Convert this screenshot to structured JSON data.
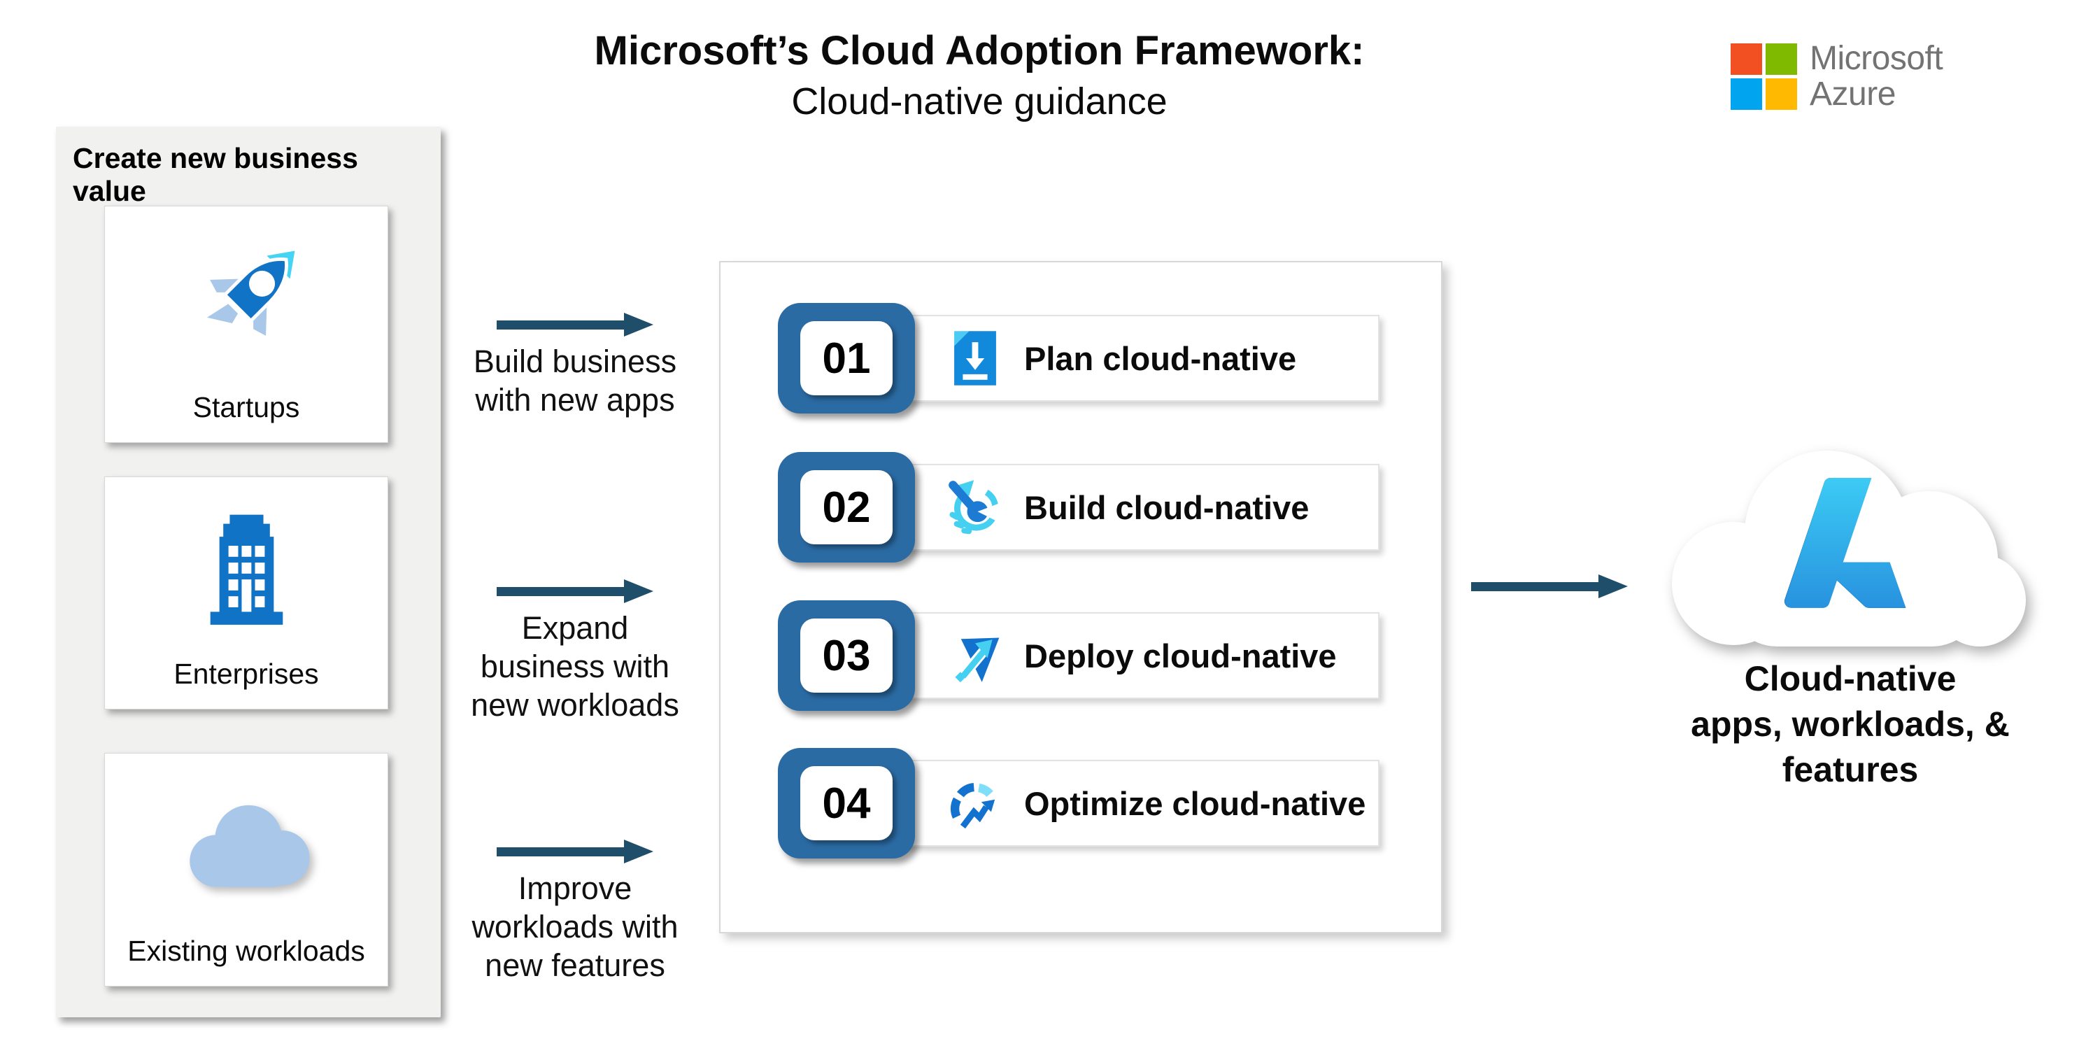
{
  "title": {
    "line1": "Microsoft’s Cloud Adoption Framework:",
    "line2": "Cloud-native guidance"
  },
  "brand": {
    "line1": "Microsoft",
    "line2": "Azure",
    "square_colors": {
      "top_left": "#F25022",
      "top_right": "#7FBA00",
      "bottom_left": "#00A4EF",
      "bottom_right": "#FFB900"
    },
    "text_color": "#737373"
  },
  "sidebar": {
    "header": "Create new business value",
    "cards": [
      {
        "label": "Startups",
        "icon": "rocket-icon"
      },
      {
        "label": "Enterprises",
        "icon": "building-icon"
      },
      {
        "label": "Existing workloads",
        "icon": "cloud-icon"
      }
    ]
  },
  "flows": [
    {
      "lines": [
        "Build business",
        "with new apps"
      ]
    },
    {
      "lines": [
        "Expand",
        "business with",
        "new workloads"
      ]
    },
    {
      "lines": [
        "Improve",
        "workloads with",
        "new features"
      ]
    }
  ],
  "steps": [
    {
      "number": "01",
      "label": "Plan cloud-native",
      "icon": "document-download-icon"
    },
    {
      "number": "02",
      "label": "Build cloud-native",
      "icon": "wrench-build-icon"
    },
    {
      "number": "03",
      "label": "Deploy cloud-native",
      "icon": "deploy-arrow-icon"
    },
    {
      "number": "04",
      "label": "Optimize cloud-native",
      "icon": "optimize-gauge-icon"
    }
  ],
  "result": {
    "lines": [
      "Cloud-native",
      "apps, workloads, &",
      "features"
    ],
    "logo": "azure-logo"
  },
  "colors": {
    "arrow_navy": "#1F4E6B",
    "step_square_blue": "#2B6BA4",
    "icon_blue": "#1173C5",
    "icon_cyan": "#45D0F2",
    "light_blue": "#A9C7E9",
    "sidebar_bg": "#F1F1F0",
    "panel_border": "#D8D8D8",
    "azure_gradient_dark": "#114A8B",
    "azure_gradient_light": "#3CCBF4"
  }
}
